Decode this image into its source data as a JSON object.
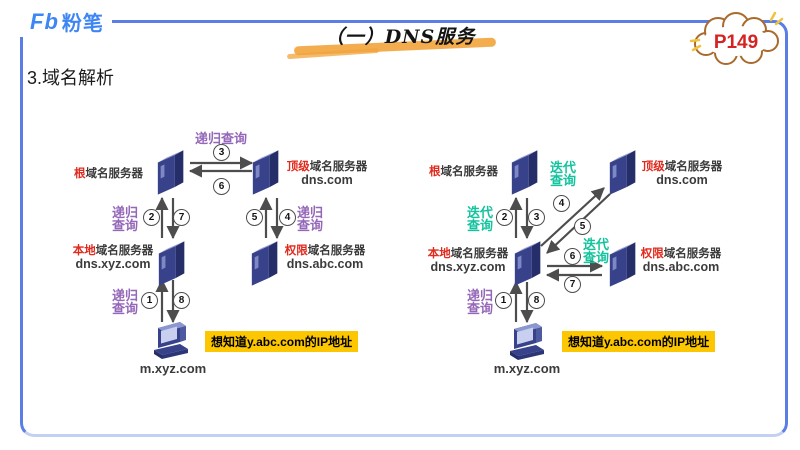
{
  "header": {
    "logo_fb": "Fb",
    "logo_brand": "粉笔",
    "title": "（一）DNS服务",
    "page_badge": "P149"
  },
  "section_heading": "3.域名解析",
  "terms": {
    "recursive_query": "递归查询",
    "recursive": "递归",
    "iterative": "迭代",
    "query": "查询"
  },
  "servers": {
    "root_prefix": "根",
    "root_suffix": "域名服务器",
    "tld_prefix": "顶级",
    "tld_suffix": "域名服务器",
    "tld_domain": "dns.com",
    "local_prefix": "本地",
    "local_suffix": "域名服务器",
    "local_domain": "dns.xyz.com",
    "auth_prefix": "权限",
    "auth_suffix": "域名服务器",
    "auth_domain": "dns.abc.com",
    "client": "m.xyz.com"
  },
  "banner": "想知道y.abc.com的IP地址",
  "steps": {
    "s1": "1",
    "s2": "2",
    "s3": "3",
    "s4": "4",
    "s5": "5",
    "s6": "6",
    "s7": "7",
    "s8": "8"
  },
  "colors": {
    "frame_blue": "#5b7de6",
    "logo_blue": "#3f86f5",
    "prefix_red": "#e02a1e",
    "recursive_purple": "#9467b8",
    "iterative_teal": "#12c39e",
    "banner_yellow": "#fcc600",
    "badge_red": "#d42322",
    "highlight_orange": "#f2a43c",
    "arrow_gray": "#4d4d4d",
    "tower_front": "#37428a",
    "tower_top": "#8d97cf"
  }
}
